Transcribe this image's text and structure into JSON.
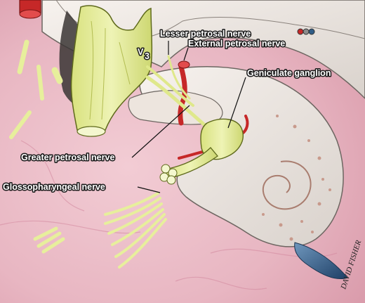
{
  "labels": {
    "v3_main": "V",
    "v3_sub": "3",
    "lesser_petrosal": "Lesser petrosal nerve",
    "external_petrosal": "External petrosal nerve",
    "geniculate_ganglion": "Geniculate ganglion",
    "greater_petrosal": "Greater petrosal nerve",
    "glossopharyngeal": "Glossopharyngeal nerve"
  },
  "signature": "DAVID FISHER",
  "colors": {
    "background": "#e9b9c4",
    "bone": "#f3ece6",
    "nerve": "#e7ef9c",
    "artery": "#c62828",
    "vein": "#2f5c86"
  }
}
